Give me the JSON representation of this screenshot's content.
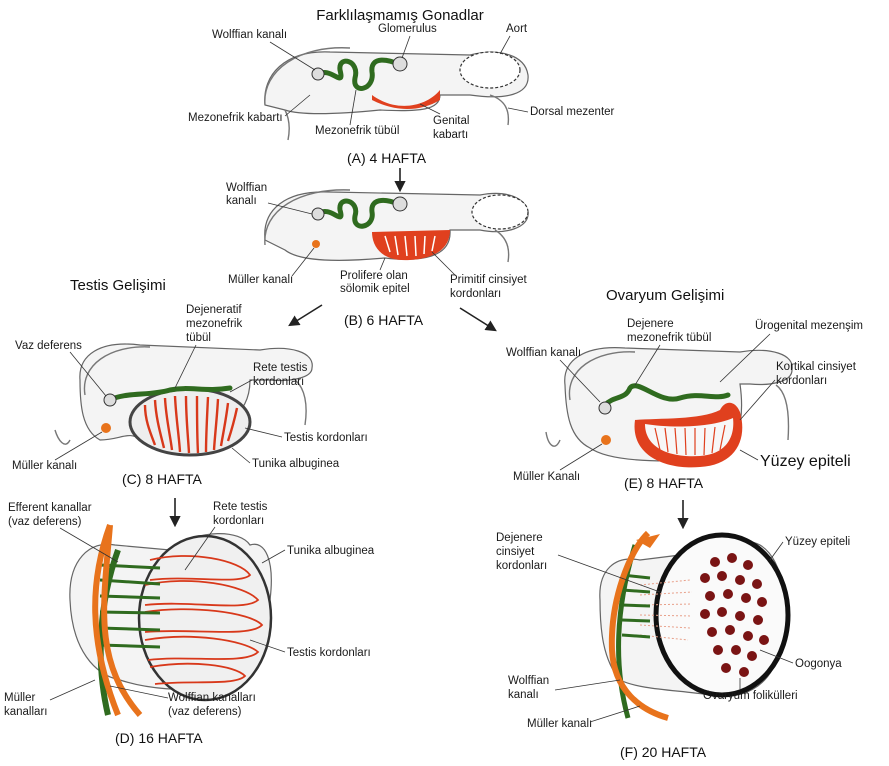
{
  "title": "Farklılaşmamış Gonadlar",
  "stage_a": {
    "stage": "(A)  4 HAFTA",
    "labels": {
      "wolffian": "Wolffian kanalı",
      "glomerulus": "Glomerulus",
      "aort": "Aort",
      "mezonefrik_kabarti": "Mezonefrik kabartı",
      "mezonefrik_tubul": "Mezonefrik tübül",
      "genital_1": "Genital",
      "genital_2": "kabartı",
      "dorsal": "Dorsal mezenter"
    }
  },
  "stage_b": {
    "stage": "(B) 6 HAFTA",
    "labels": {
      "wolffian_1": "Wolffian",
      "wolffian_2": "kanalı",
      "muller": "Müller kanalı",
      "prolifere_1": "Prolifere olan",
      "prolifere_2": "sölomik epitel",
      "primitif_1": "Primitif cinsiyet",
      "primitif_2": "kordonları"
    }
  },
  "testis_heading": "Testis Gelişimi",
  "ovary_heading": "Ovaryum Gelişimi",
  "stage_c": {
    "stage": "(C) 8 HAFTA",
    "labels": {
      "dejeneratif_1": "Dejeneratif",
      "dejeneratif_2": "mezonefrik",
      "dejeneratif_3": "tübül",
      "vaz": "Vaz deferens",
      "rete_1": "Rete testis",
      "rete_2": "kordonları",
      "testis_kord": "Testis kordonları",
      "muller": "Müller kanalı",
      "tunika": "Tunika albuginea"
    }
  },
  "stage_d": {
    "stage": "(D)  16 HAFTA",
    "labels": {
      "efferent_1": "Efferent kanallar",
      "efferent_2": "(vaz deferens)",
      "rete_1": "Rete testis",
      "rete_2": "kordonları",
      "tunika": "Tunika albuginea",
      "testis_kord": "Testis kordonları",
      "muller_1": "Müller",
      "muller_2": "kanalları",
      "wolffian_1": "Wolffian kanalları",
      "wolffian_2": "(vaz deferens)"
    }
  },
  "stage_e": {
    "stage": "(E)   8 HAFTA",
    "labels": {
      "dejenere_1": "Dejenere",
      "dejenere_2": "mezonefrik tübül",
      "urogenital": "Ürogenital mezenşim",
      "wolffian": "Wolffian kanalı",
      "kortikal_1": "Kortikal cinsiyet",
      "kortikal_2": "kordonları",
      "muller": "Müller Kanalı",
      "yuzey": "Yüzey epiteli"
    }
  },
  "stage_f": {
    "stage": "(F)  20 HAFTA",
    "labels": {
      "dejenere_1": "Dejenere",
      "dejenere_2": "cinsiyet",
      "dejenere_3": "kordonları",
      "yuzey": "Yüzey epiteli",
      "oogonya": "Oogonya",
      "wolffian_1": "Wolffian",
      "wolffian_2": "kanalı",
      "folikul": "Ovaryum folikülleri",
      "muller": "Müller kanalı"
    }
  },
  "colors": {
    "wolffian_duct": "#2f6b1f",
    "muller_duct": "#e8731c",
    "cords": "#e0401e",
    "follicle": "#7a1414"
  }
}
